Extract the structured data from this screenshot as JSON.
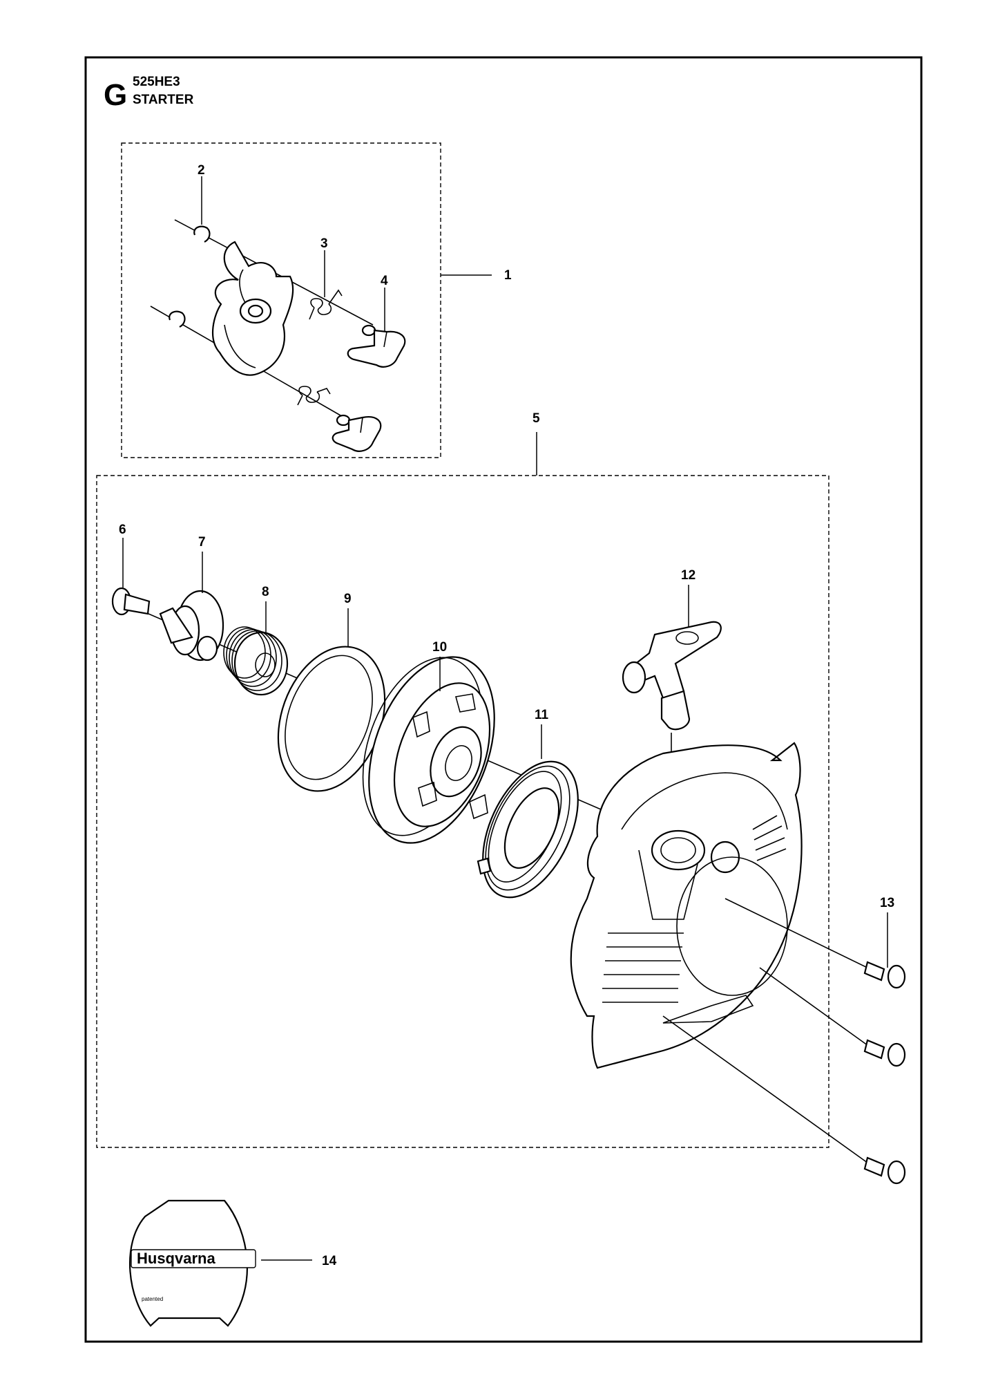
{
  "header": {
    "section_letter": "G",
    "model": "525HE3",
    "title": "STARTER"
  },
  "callouts": [
    "1",
    "2",
    "3",
    "4",
    "5",
    "6",
    "7",
    "8",
    "9",
    "10",
    "11",
    "12",
    "13",
    "14"
  ],
  "decal": {
    "brand": "Husqvarna",
    "small_text": "patented"
  }
}
